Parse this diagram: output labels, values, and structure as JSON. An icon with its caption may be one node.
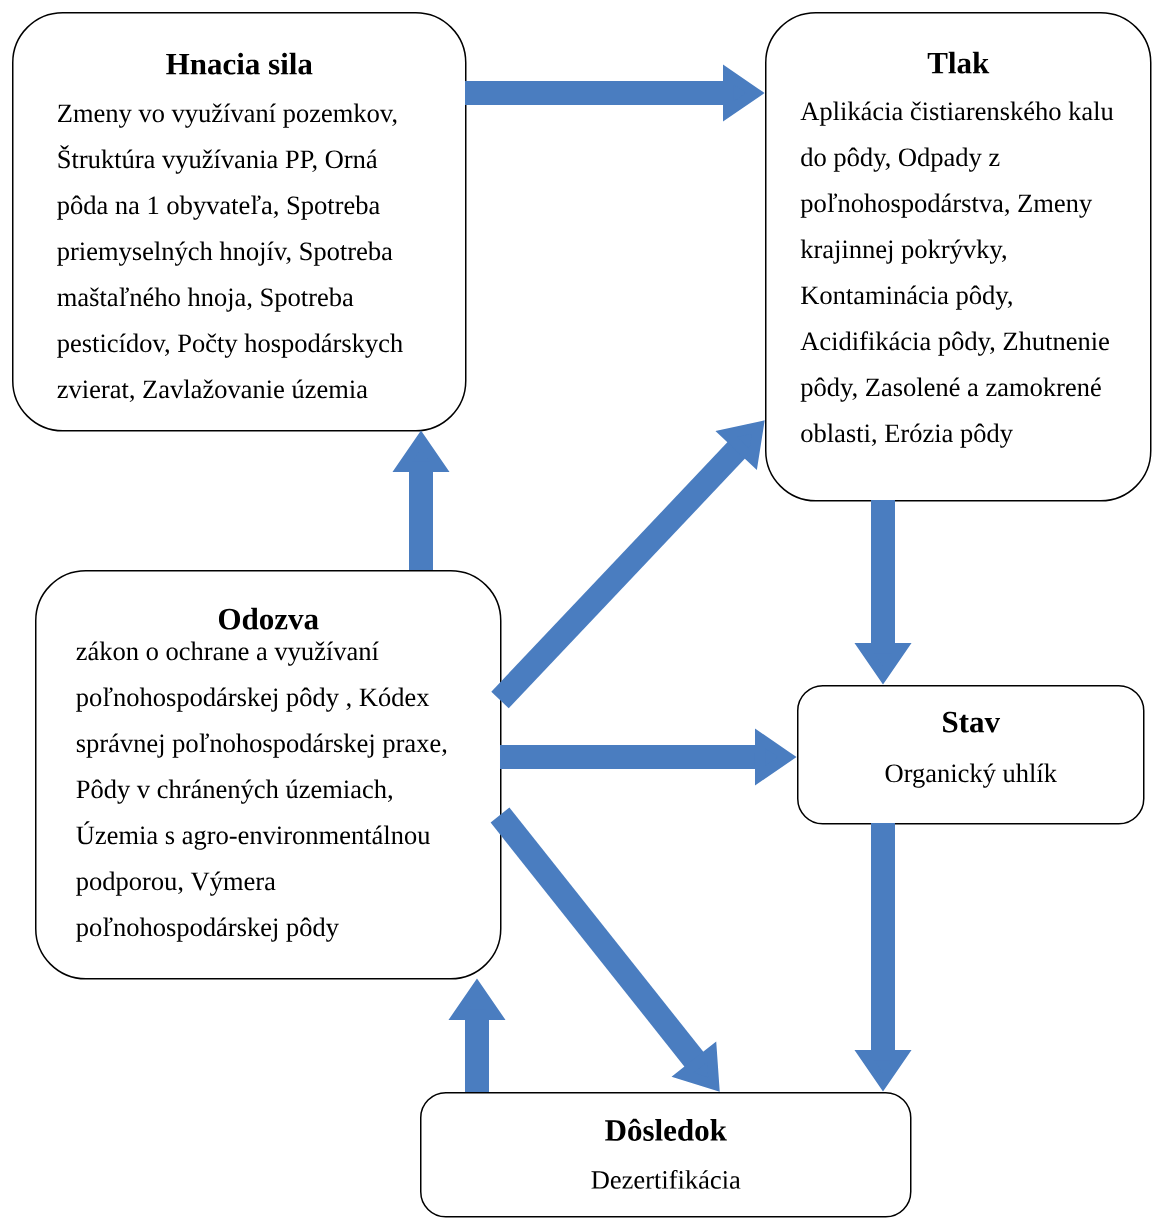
{
  "diagram": {
    "nodes": [
      {
        "text": [
          "Hnacia sila",
          "Zmeny vo využívaní pozemkov, Štruktúra využívania PP, Orná pôda na 1 obyvateľa, Spotreba priemyselných hnojív, Spotreba maštaľného hnoja, Spotreba pesticídov, Počty hospodárskych zvierat, Zavlažovanie územia"
        ]
      },
      {
        "text": [
          "Tlak",
          "Aplikácia čistiarenského kalu do pôdy, Odpady z poľnohospodárstva, Zmeny krajinnej pokrývky, Kontaminácia pôdy, Acidifikácia pôdy, Zhutnenie pôdy, Zasolené a zamokrené oblasti, Erózia pôdy"
        ]
      },
      {
        "text": [
          "Odozva",
          "zákon o ochrane a využívaní poľnohospodárskej pôdy , Kódex správnej poľnohospodárskej praxe, Pôdy v chránených územiach, Územia s agro-environmentálnou podporou, Výmera poľnohospodárskej pôdy"
        ]
      },
      {
        "text": [
          "Stav",
          "Organický uhlík"
        ]
      },
      {
        "text": [
          "Dôsledok",
          "Dezertifikácia"
        ]
      }
    ],
    "edges": [
      {
        "from": 0,
        "to": 1,
        "arrow": "to"
      },
      {
        "from": 2,
        "to": 0,
        "arrow": "to"
      },
      {
        "from": 1,
        "to": 3,
        "arrow": "to"
      },
      {
        "from": 2,
        "to": 1,
        "arrow": "to"
      },
      {
        "from": 2,
        "to": 3,
        "arrow": "to"
      },
      {
        "from": 2,
        "to": 4,
        "arrow": "to"
      },
      {
        "from": 3,
        "to": 4,
        "arrow": "to"
      },
      {
        "from": 4,
        "to": 2,
        "arrow": "to"
      }
    ]
  }
}
